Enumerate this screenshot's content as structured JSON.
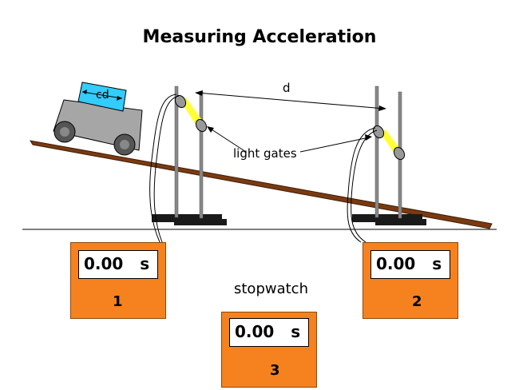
{
  "title": "Measuring Acceleration",
  "labels": {
    "cd": "cd",
    "d": "d",
    "light_gates": "light gates",
    "stopwatch": "stopwatch"
  },
  "timers": [
    {
      "display": "0.00   s",
      "number": "1"
    },
    {
      "display": "0.00   s",
      "number": "2"
    },
    {
      "display": "0.00   s",
      "number": "3"
    }
  ],
  "colors": {
    "timer_body": "#f5821f",
    "card": "#33ccff",
    "ramp": "#7a3a10",
    "beam": "#ffff33",
    "cart_body": "#a6a6a6"
  }
}
